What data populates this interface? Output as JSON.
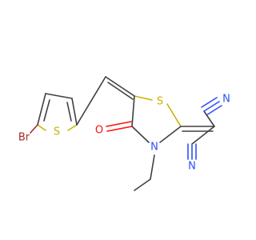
{
  "atoms": {
    "br": {
      "label": "Br",
      "color": "#a62929"
    },
    "s_thiophene": {
      "label": "S",
      "color": "#c8b400"
    },
    "s_ring": {
      "label": "S",
      "color": "#c8b400"
    },
    "o": {
      "label": "O",
      "color": "#ff0d0d"
    },
    "n_ring": {
      "label": "N",
      "color": "#3050f8"
    },
    "n_cyano_top": {
      "label": "N",
      "color": "#3050f8"
    },
    "n_cyano_bottom": {
      "label": "N",
      "color": "#3050f8"
    }
  }
}
